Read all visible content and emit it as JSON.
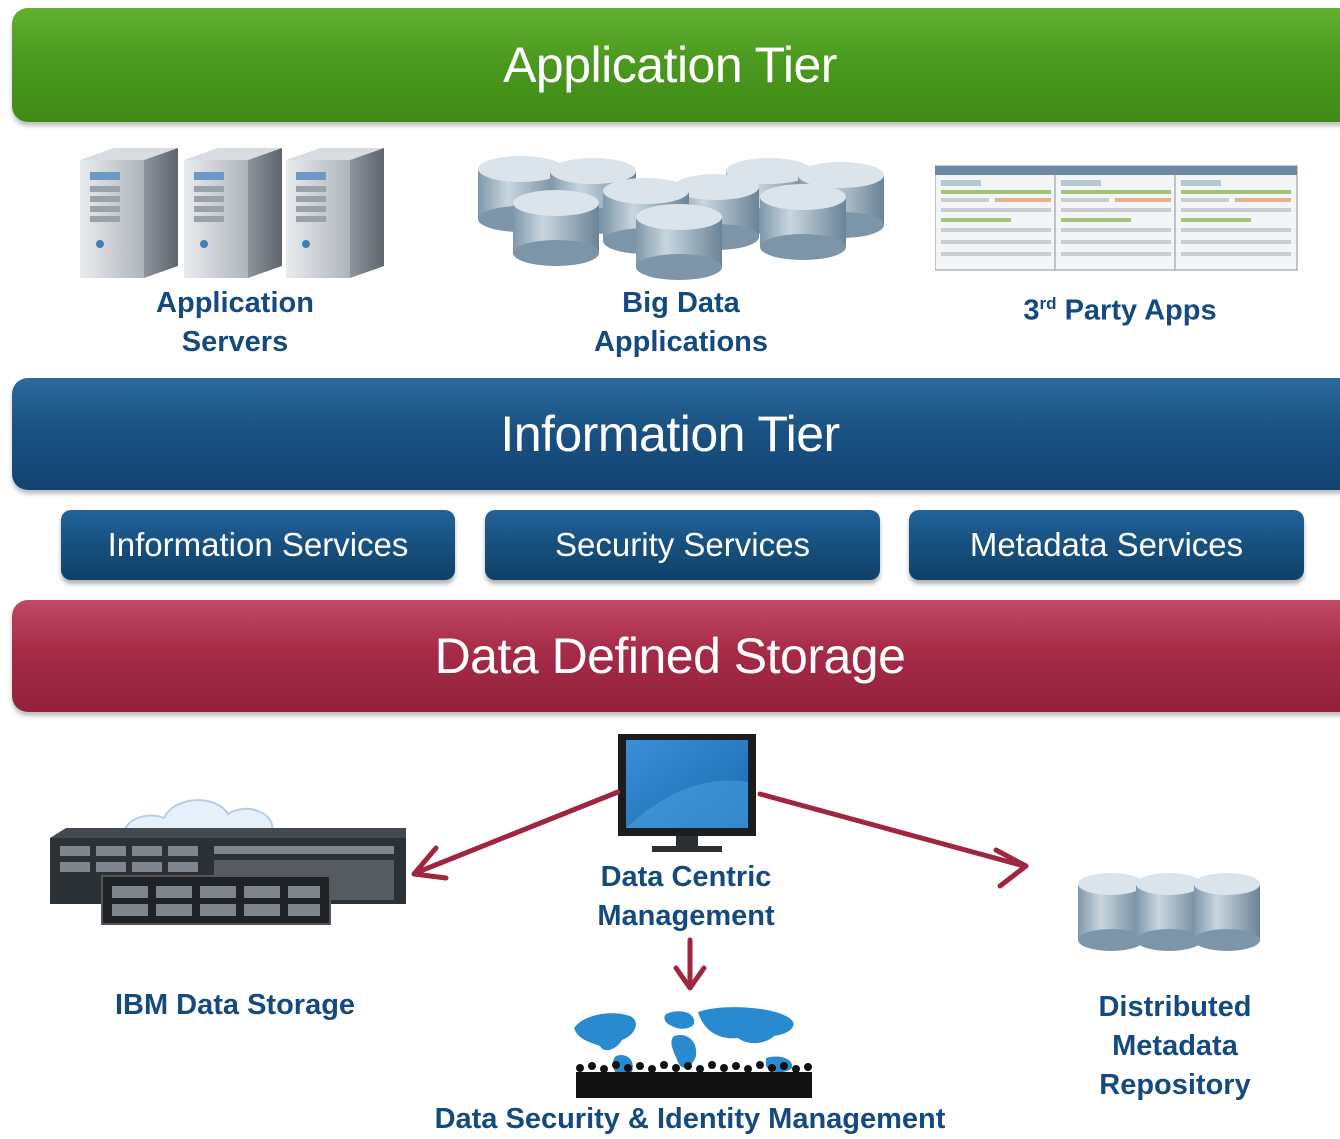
{
  "tiers": {
    "application": "Application Tier",
    "information": "Information Tier",
    "storage": "Data Defined Storage"
  },
  "application_items": {
    "servers_line1": "Application",
    "servers_line2": "Servers",
    "bigdata_line1": "Big Data",
    "bigdata_line2": "Applications",
    "third_party_num": "3",
    "third_party_sup": "rd",
    "third_party_rest": " Party Apps"
  },
  "services": [
    "Information Services",
    "Security Services",
    "Metadata Services"
  ],
  "storage_items": {
    "ibm_storage": "IBM Data Storage",
    "management_line1": "Data Centric",
    "management_line2": "Management",
    "metadata_line1": "Distributed",
    "metadata_line2": "Metadata",
    "metadata_line3": "Repository",
    "security_identity": "Data Security & Identity Management"
  },
  "colors": {
    "application_tier": "#4b9a1f",
    "information_tier": "#1a5283",
    "storage_tier": "#a62b47",
    "label_text": "#154a7e",
    "arrow": "#a0263f"
  },
  "icons": [
    "server-icon",
    "database-cylinder-icon",
    "app-window-icon",
    "monitor-icon",
    "storage-rack-icon",
    "cloud-icon",
    "world-map-icon",
    "people-silhouette-icon"
  ]
}
